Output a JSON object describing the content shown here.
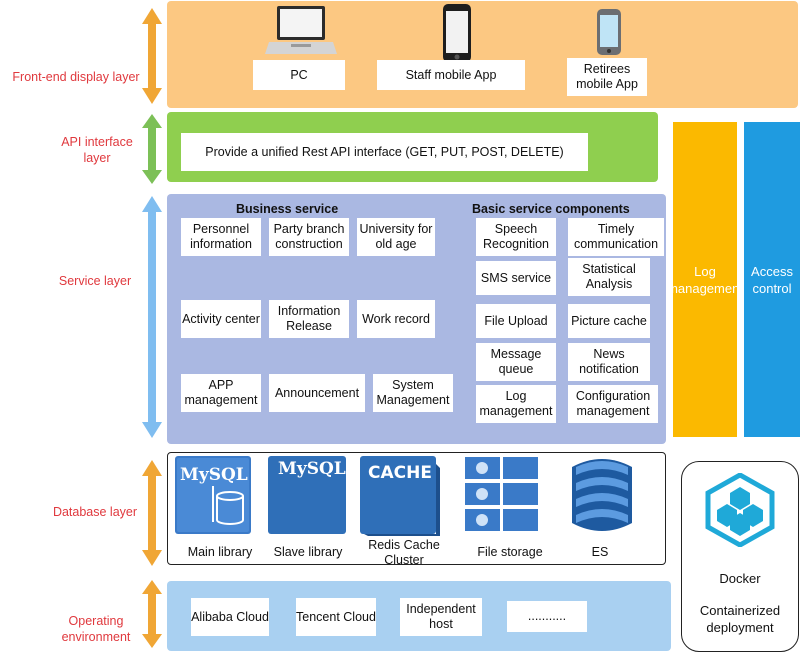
{
  "layers": {
    "frontend": "Front-end display layer",
    "api": "API interface layer",
    "service": "Service layer",
    "database": "Database layer",
    "operating": "Operating environment"
  },
  "frontend": {
    "pc": "PC",
    "staff_app": "Staff mobile App",
    "retirees_app": "Retirees mobile App"
  },
  "api": {
    "text": "Provide a unified Rest API interface (GET, PUT, POST, DELETE)"
  },
  "service": {
    "business_title": "Business service",
    "basic_title": "Basic service components",
    "business": [
      "Personnel information",
      "Party branch construction",
      "University for old age",
      "Activity center",
      "Information Release",
      "Work record",
      "APP management",
      "Announcement",
      "System Management"
    ],
    "basic": [
      "Speech Recognition",
      "Timely communication",
      "SMS service",
      "Statistical Analysis",
      "File Upload",
      "Picture cache",
      "Message queue",
      "News notification",
      "Log management",
      "Configuration management"
    ]
  },
  "database": {
    "items": [
      "Main library",
      "Slave library",
      "Redis Cache Cluster",
      "File storage",
      "ES"
    ],
    "mysql_logo": "MySQL",
    "cache_logo": "CACHE"
  },
  "operating": {
    "items": [
      "Alibaba Cloud",
      "Tencent Cloud",
      "Independent host",
      "..........."
    ]
  },
  "side": {
    "log_management": "Log management",
    "access_control": "Access control",
    "docker": "Docker",
    "containerized": "Containerized deployment"
  },
  "colors": {
    "frontend_band": "#fcc882",
    "api_band": "#8fcf4f",
    "service_band": "#aab8e2",
    "operating_band": "#a9d0f1",
    "log_bar": "#fbb900",
    "access_bar": "#1f9be0",
    "arrow_orange": "#f0a635",
    "arrow_green": "#7cc057",
    "arrow_blue": "#7fbdf0",
    "db_blue": "#3a7ac8",
    "label_red": "#e0393e"
  },
  "icons": [
    "laptop-icon",
    "smartphone-icon",
    "phone-icon",
    "mysql-icon",
    "cache-icon",
    "file-storage-icon",
    "es-icon",
    "docker-icon"
  ]
}
